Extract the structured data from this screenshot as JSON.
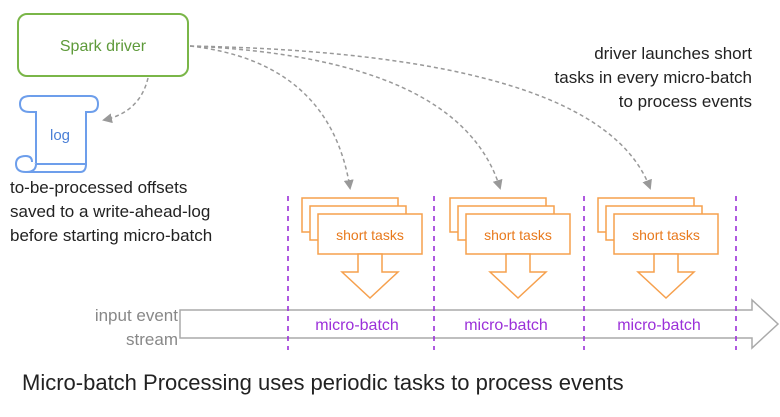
{
  "diagram": {
    "driver_label": "Spark driver",
    "log_label": "log",
    "offsets_note": [
      "to-be-processed offsets",
      "saved to a write-ahead-log",
      "before starting micro-batch"
    ],
    "driver_note": [
      "driver launches short",
      "tasks in every micro-batch",
      "to process events"
    ],
    "stream_label": [
      "input event",
      "stream"
    ],
    "batches": [
      {
        "tasks_label": "short tasks",
        "batch_label": "micro-batch"
      },
      {
        "tasks_label": "short tasks",
        "batch_label": "micro-batch"
      },
      {
        "tasks_label": "short tasks",
        "batch_label": "micro-batch"
      }
    ],
    "caption": "Micro-batch Processing uses periodic tasks to process events"
  },
  "colors": {
    "driver_green": "#7ab648",
    "log_blue": "#6d9eeb",
    "task_orange": "#f6a04d",
    "batch_purple": "#9b30d9",
    "arrow_gray": "#999999",
    "text": "#222222"
  }
}
